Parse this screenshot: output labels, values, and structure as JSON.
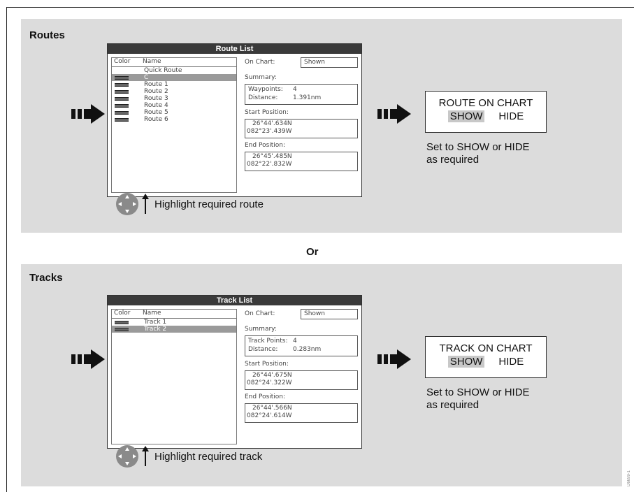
{
  "routes": {
    "section_title": "Routes",
    "screen": {
      "title": "Route List",
      "col_color": "Color",
      "col_name": "Name",
      "rows": [
        {
          "name": "Quick Route",
          "swatch": false,
          "selected": false
        },
        {
          "name": "C",
          "swatch": true,
          "selected": true
        },
        {
          "name": "Route 1",
          "swatch": true,
          "selected": false
        },
        {
          "name": "Route 2",
          "swatch": true,
          "selected": false
        },
        {
          "name": "Route 3",
          "swatch": true,
          "selected": false
        },
        {
          "name": "Route 4",
          "swatch": true,
          "selected": false
        },
        {
          "name": "Route 5",
          "swatch": true,
          "selected": false
        },
        {
          "name": "Route 6",
          "swatch": true,
          "selected": false
        }
      ],
      "on_chart_label": "On Chart:",
      "on_chart_value": "Shown",
      "summary_label": "Summary:",
      "points_label": "Waypoints:",
      "points_value": "4",
      "distance_label": "Distance:",
      "distance_value": "1.391nm",
      "start_label": "Start Position:",
      "start_lat": "26°44'.634N",
      "start_lon": "082°23'.439W",
      "end_label": "End Position:",
      "end_lat": "26°45'.485N",
      "end_lon": "082°22'.832W"
    },
    "popup_title": "ROUTE ON CHART",
    "popup_show": "SHOW",
    "popup_hide": "HIDE",
    "note_line1": "Set to SHOW or HIDE",
    "note_line2": "as required",
    "hint": "Highlight required route"
  },
  "or_label": "Or",
  "tracks": {
    "section_title": "Tracks",
    "screen": {
      "title": "Track List",
      "col_color": "Color",
      "col_name": "Name",
      "rows": [
        {
          "name": "Track 1",
          "swatch": true,
          "selected": false
        },
        {
          "name": "Track 2",
          "swatch": true,
          "selected": true
        }
      ],
      "on_chart_label": "On Chart:",
      "on_chart_value": "Shown",
      "summary_label": "Summary:",
      "points_label": "Track Points:",
      "points_value": "4",
      "distance_label": "Distance:",
      "distance_value": "0.283nm",
      "start_label": "Start Position:",
      "start_lat": "26°44'.675N",
      "start_lon": "082°24'.322W",
      "end_label": "End Position:",
      "end_lat": "26°44'.566N",
      "end_lon": "082°24'.614W"
    },
    "popup_title": "TRACK ON CHART",
    "popup_show": "SHOW",
    "popup_hide": "HIDE",
    "note_line1": "Set to SHOW or HIDE",
    "note_line2": "as required",
    "hint": "Highlight required track"
  },
  "figure_code": "D6699-1",
  "colors": {
    "panel": "#dcdcdc",
    "titlebar": "#3a3a3a",
    "selected_row": "#9a9a9a",
    "dpad": "#8a8a8a"
  }
}
